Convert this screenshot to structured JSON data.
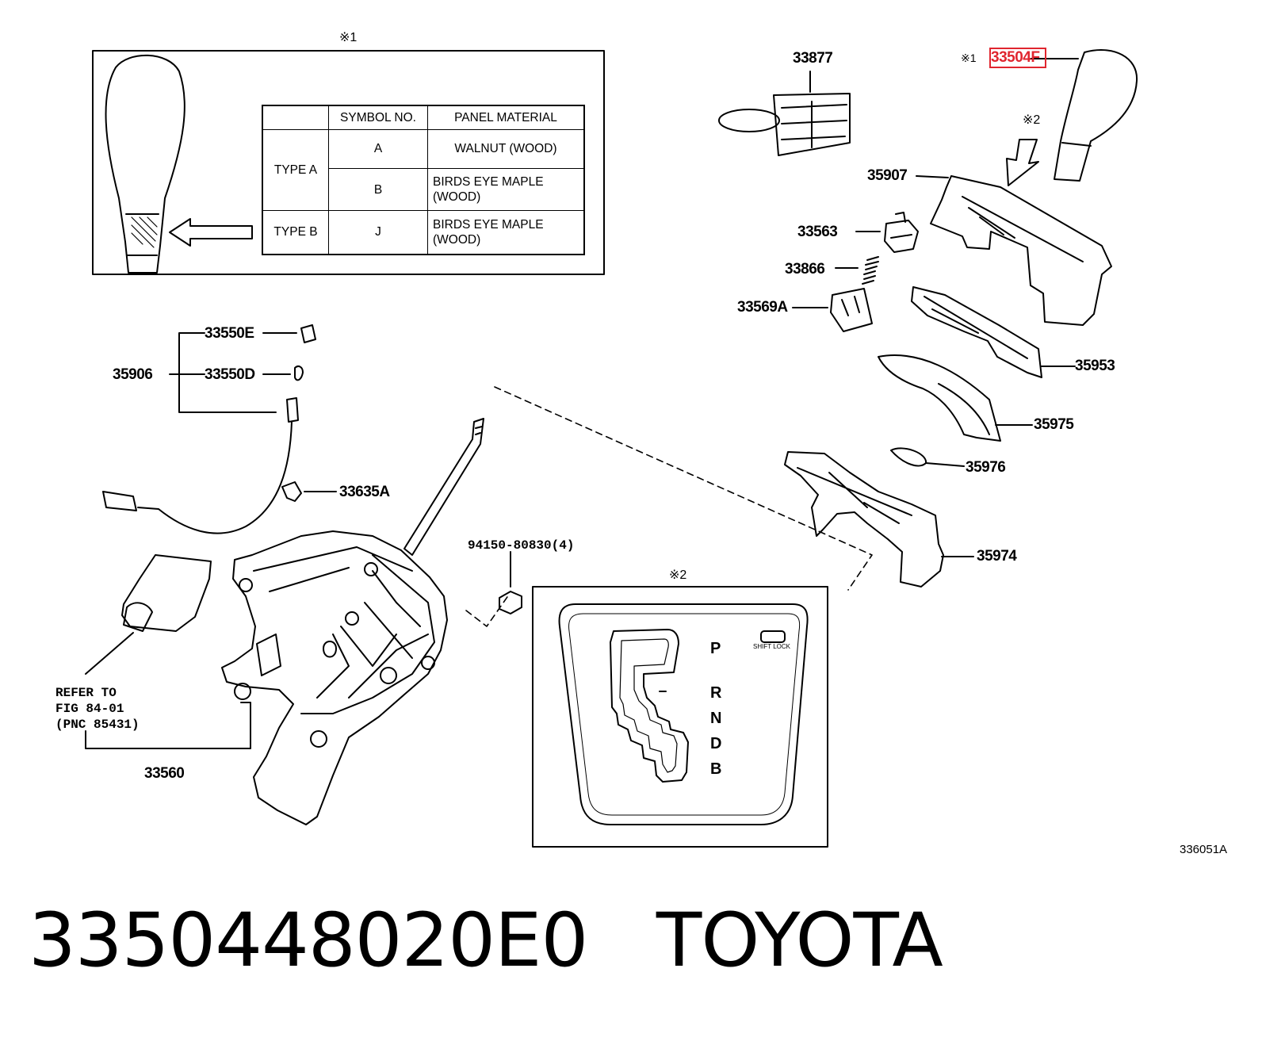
{
  "notes": {
    "ref1_top": "※1",
    "ref2_box": "※2",
    "ref1_prefix": "※1",
    "ref2_arrow": "※2"
  },
  "table": {
    "headers": [
      "",
      "SYMBOL NO.",
      "PANEL MATERIAL"
    ],
    "rows": [
      {
        "type": "TYPE A",
        "symbol": "A",
        "material": "WALNUT (WOOD)"
      },
      {
        "type": "",
        "symbol": "B",
        "material_line1": "BIRDS EYE MAPLE",
        "material_line2": "(WOOD)"
      },
      {
        "type": "TYPE B",
        "symbol": "J",
        "material_line1": "BIRDS EYE MAPLE",
        "material_line2": "(WOOD)"
      }
    ]
  },
  "parts": {
    "p33877": "33877",
    "p33504F": "33504F",
    "p35907": "35907",
    "p33563": "33563",
    "p33866": "33866",
    "p33569A": "33569A",
    "p35953": "35953",
    "p35975": "35975",
    "p35976": "35976",
    "p35974": "35974",
    "p33550E": "33550E",
    "p33550D": "33550D",
    "p35906": "35906",
    "p33635A": "33635A",
    "p94150": "94150-80830(4)",
    "p33560": "33560"
  },
  "refer_note": [
    "REFER TO",
    "FIG 84-01",
    "(PNC 85431)"
  ],
  "shift_panel": {
    "positions": [
      "P",
      "R",
      "N",
      "D",
      "B"
    ],
    "shift_lock": "SHIFT LOCK"
  },
  "illustration_id": "336051A",
  "caption": {
    "part_number": "3350448020E0",
    "brand": "TOYOTA"
  },
  "highlight_color": "#e0262f"
}
